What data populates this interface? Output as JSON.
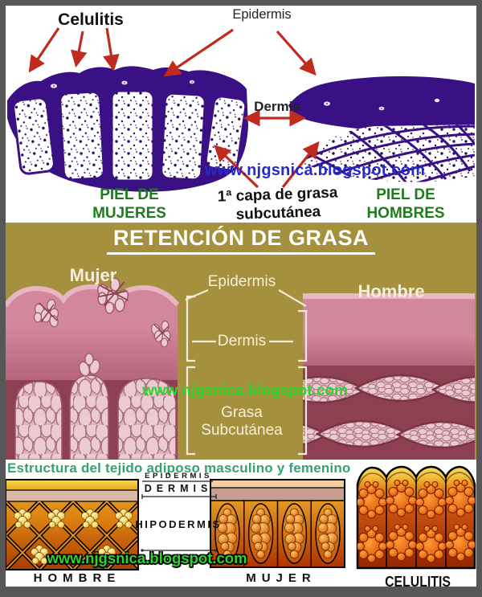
{
  "colors": {
    "frame_gray": "#575757",
    "tissue_purple": "#3a1184",
    "arrow_red": "#bf2b1e",
    "green_label": "#1e7c1e",
    "blue_watermark": "#2629cc",
    "olive_background": "#a5913d",
    "skin_pink": "#d3879d",
    "septa_maroon": "#8c4052",
    "green_watermark": "#2bd52b",
    "bottom_title_green": "#37a271",
    "gold": "#f0ae1c",
    "orange": "#e07818"
  },
  "top": {
    "celulitis_label": "Celulitis",
    "epidermis_label": "Epidermis",
    "dermis_label": "Dermis",
    "watermark": "www.njgsnica.blogspot.com",
    "left_caption_line1": "PIEL DE",
    "left_caption_line2": "MUJERES",
    "center_caption_line1": "1ª capa de grasa",
    "center_caption_line2": "subcutánea",
    "right_caption_line1": "PIEL DE",
    "right_caption_line2": "HOMBRES"
  },
  "middle": {
    "title": "RETENCIÓN DE GRASA",
    "female_label": "Mujer",
    "male_label": "Hombre",
    "epidermis_label": "Epidermis",
    "dermis_label": "Dermis",
    "fat_label_line1": "Grasa",
    "fat_label_line2": "Subcutánea",
    "watermark": "www.njgsnica.blogspot.com"
  },
  "bottom": {
    "title": "Estructura del tejido adiposo masculino y femenino",
    "epidermis_label": "EPIDERMIS",
    "dermis_label": "DERMIS",
    "hipodermis_label": "HIPODERMIS",
    "male_label": "HOMBRE",
    "female_label": "MUJER",
    "celulitis_label": "CELULITIS",
    "watermark": "www.njgsnica.blogspot.com"
  }
}
